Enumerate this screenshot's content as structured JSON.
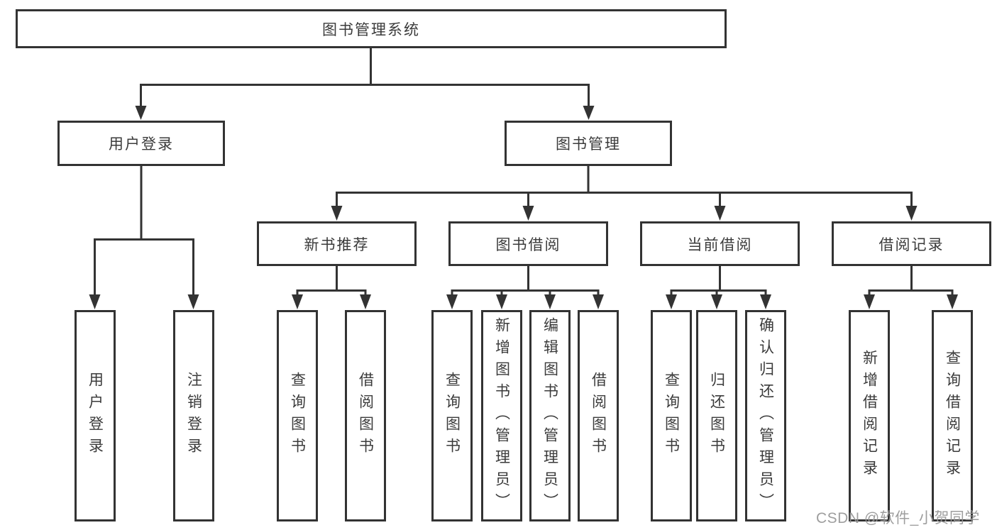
{
  "diagram": {
    "root": {
      "label": "图书管理系统",
      "children": [
        {
          "label": "用户登录",
          "children": [
            {
              "label": "用户登录"
            },
            {
              "label": "注销登录"
            }
          ]
        },
        {
          "label": "图书管理",
          "children": [
            {
              "label": "新书推荐",
              "children": [
                {
                  "label": "查询图书"
                },
                {
                  "label": "借阅图书"
                }
              ]
            },
            {
              "label": "图书借阅",
              "children": [
                {
                  "label": "查询图书"
                },
                {
                  "label": "新增图书（管理员）"
                },
                {
                  "label": "编辑图书（管理员）"
                },
                {
                  "label": "借阅图书"
                }
              ]
            },
            {
              "label": "当前借阅",
              "children": [
                {
                  "label": "查询图书"
                },
                {
                  "label": "归还图书"
                },
                {
                  "label": "确认归还（管理员）"
                }
              ]
            },
            {
              "label": "借阅记录",
              "children": [
                {
                  "label": "新增借阅记录"
                },
                {
                  "label": "查询借阅记录"
                }
              ]
            }
          ]
        }
      ]
    }
  },
  "watermark": "CSDN @软件_小贺同学",
  "colors": {
    "line": "#333333",
    "box_border": "#333333",
    "box_fill": "#ffffff",
    "text": "#3b3b3b",
    "watermark": "#969696",
    "background": "#ffffff"
  }
}
